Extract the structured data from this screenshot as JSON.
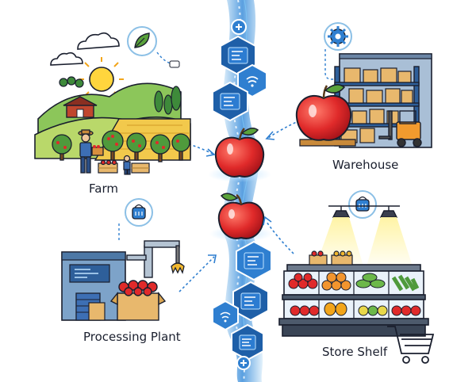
{
  "stages": {
    "farm": {
      "label": "Farm"
    },
    "warehouse": {
      "label": "Warehouse"
    },
    "processing": {
      "label": "Processing Plant"
    },
    "store": {
      "label": "Store Shelf"
    }
  },
  "icons": {
    "farm_badge": "leaf-icon",
    "warehouse_badge": "gear-icon",
    "processing_badge": "sensor-tag-icon",
    "store_badge": "sensor-tag-icon",
    "stream_nodes": [
      "document-icon",
      "wifi-icon",
      "document-icon",
      "document-icon",
      "document-icon",
      "wifi-icon",
      "plus-icon"
    ]
  },
  "colors": {
    "outline": "#1a1f2e",
    "stream_blue": "#2f7fd0",
    "stream_light": "#a9d6f5",
    "apple_red": "#e02a2a",
    "leaf_green": "#5aa23b",
    "sky_blue": "#cfe4f5",
    "crate_tan": "#e8b86d",
    "lamp_yellow": "#fff2a8"
  }
}
